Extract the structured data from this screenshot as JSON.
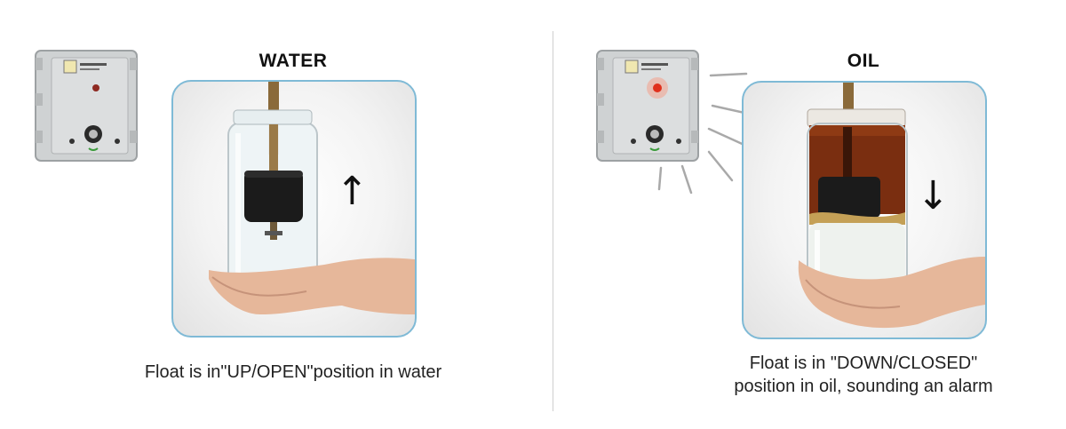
{
  "panels": {
    "water": {
      "title": "WATER",
      "caption": "Float is in\"UP/OPEN\"position in water",
      "arrow": "↑",
      "float_position": "up",
      "alarm_light": "off"
    },
    "oil": {
      "title": "OIL",
      "caption": "Float is in  \"DOWN/CLOSED\"\nposition in oil, sounding an alarm",
      "arrow": "↓",
      "float_position": "down",
      "alarm_light": "on"
    }
  },
  "colors": {
    "frame_border": "#7fbad6",
    "divider": "#cfcfcf",
    "oil": "#7a2e10",
    "water": "#eef4f6",
    "alarm_red": "#e0301c",
    "float": "#1b1b1b",
    "rod": "#8a6a3a"
  },
  "icons": {
    "control_box": "alarm-control-box-icon",
    "jar": "jar-illustration",
    "hand": "hand-illustration"
  }
}
